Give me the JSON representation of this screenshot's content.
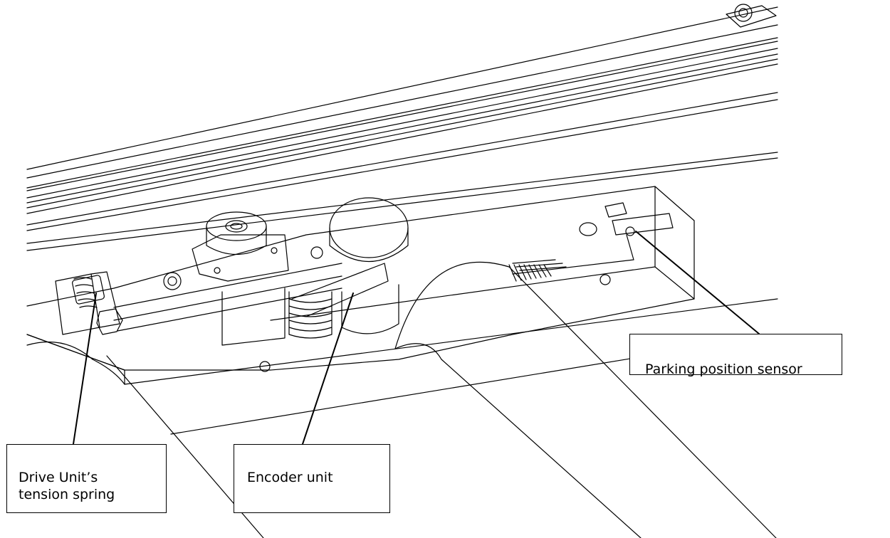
{
  "labels": {
    "tension_spring": "Drive Unit’s\ntension spring",
    "encoder_unit": "Encoder unit",
    "parking_sensor": "Parking position sensor"
  },
  "colors": {
    "line": "#000000",
    "background": "#ffffff"
  }
}
